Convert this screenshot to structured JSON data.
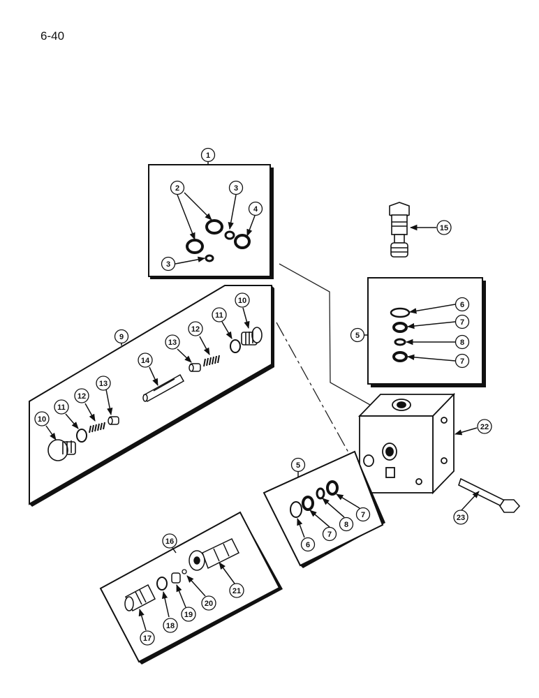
{
  "page_number": "6-40",
  "callouts": {
    "c1": "1",
    "c2": "2",
    "c3a": "3",
    "c3b": "3",
    "c4": "4",
    "c5a": "5",
    "c6a": "6",
    "c7a": "7",
    "c8a": "8",
    "c7b": "7",
    "c9": "9",
    "c10a": "10",
    "c11a": "11",
    "c12a": "12",
    "c13a": "13",
    "c14": "14",
    "c13b": "13",
    "c12b": "12",
    "c11b": "11",
    "c10b": "10",
    "c15": "15",
    "c5b": "5",
    "c6b": "6",
    "c7c": "7",
    "c8b": "8",
    "c7d": "7",
    "c16": "16",
    "c17": "17",
    "c18": "18",
    "c19": "19",
    "c20": "20",
    "c21": "21",
    "c22": "22",
    "c23": "23"
  }
}
